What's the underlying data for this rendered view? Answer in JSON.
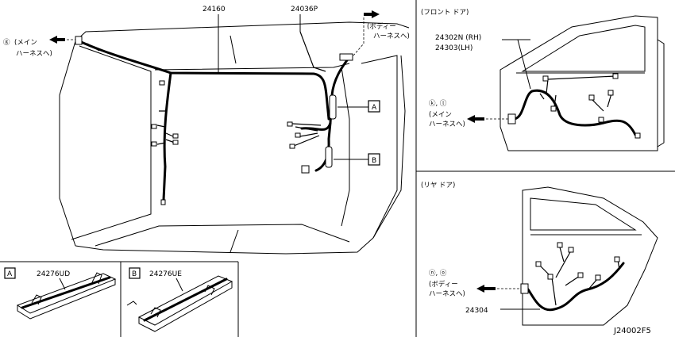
{
  "parts": {
    "main_harness": "24160",
    "body_sub_harness": "24036P",
    "front_door_rh": "24302N (RH)",
    "front_door_lh": "24303(LH)",
    "rear_door": "24304",
    "detail_a_part": "24276UD",
    "detail_b_part": "24276UE"
  },
  "callouts": {
    "a_letter": "A",
    "b_letter": "B"
  },
  "sections": {
    "front_door_title": "(フロント ドア)",
    "rear_door_title": "(リヤ ドア)"
  },
  "connections": {
    "main_symbol": "ⓖ",
    "main_text_1": "(メイン",
    "main_text_2": "ハーネスへ)",
    "body_text_1": "(ボディー",
    "body_text_2": "ハーネスへ)",
    "front_symbols": "ⓚ, ⓛ",
    "front_text_1": "(メイン",
    "front_text_2": "ハーネスへ)",
    "rear_symbols": "ⓝ, ⓞ",
    "rear_text_1": "(ボディー",
    "rear_text_2": "ハーネスへ)"
  },
  "diagram_id": "J24002F5"
}
